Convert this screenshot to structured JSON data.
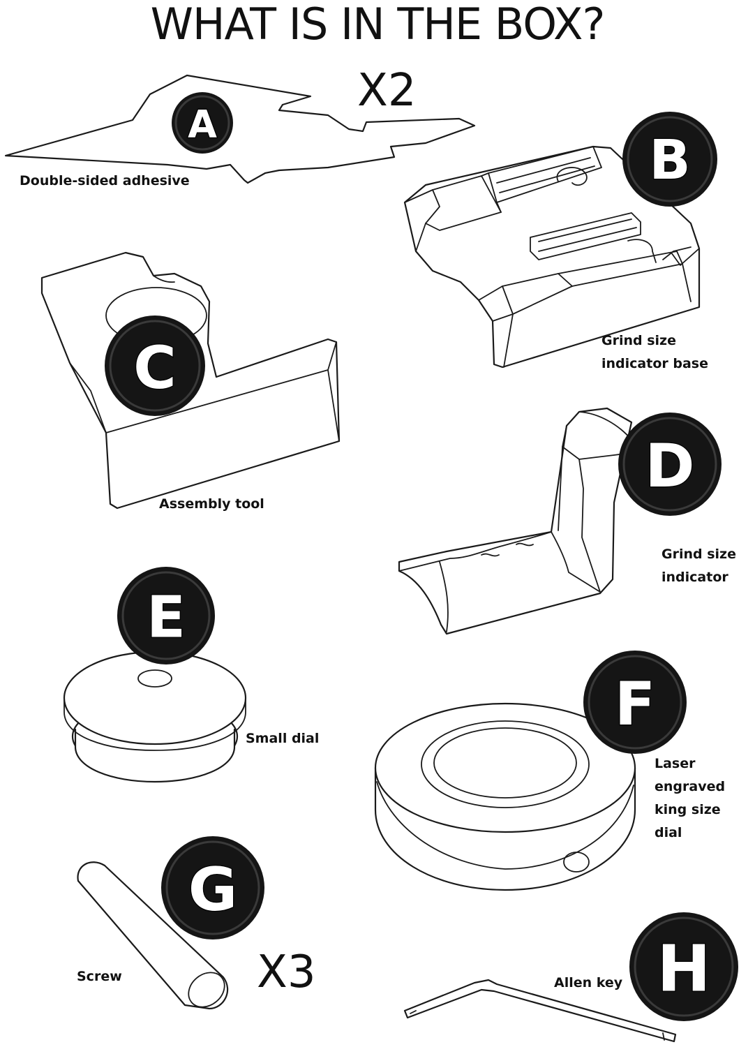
{
  "title": "WHAT IS IN THE BOX?",
  "quantities": {
    "adhesive": "X2",
    "screw": "X3"
  },
  "parts": {
    "A": {
      "letter": "A",
      "caption": "Double-sided adhesive"
    },
    "B": {
      "letter": "B",
      "caption": "Grind size\nindicator base"
    },
    "C": {
      "letter": "C",
      "caption": "Assembly tool"
    },
    "D": {
      "letter": "D",
      "caption": "Grind size\nindicator"
    },
    "E": {
      "letter": "E",
      "caption": "Small dial"
    },
    "F": {
      "letter": "F",
      "caption": "Laser\nengraved\nking size\ndial"
    },
    "G": {
      "letter": "G",
      "caption": "Screw"
    },
    "H": {
      "letter": "H",
      "caption": "Allen key"
    }
  }
}
